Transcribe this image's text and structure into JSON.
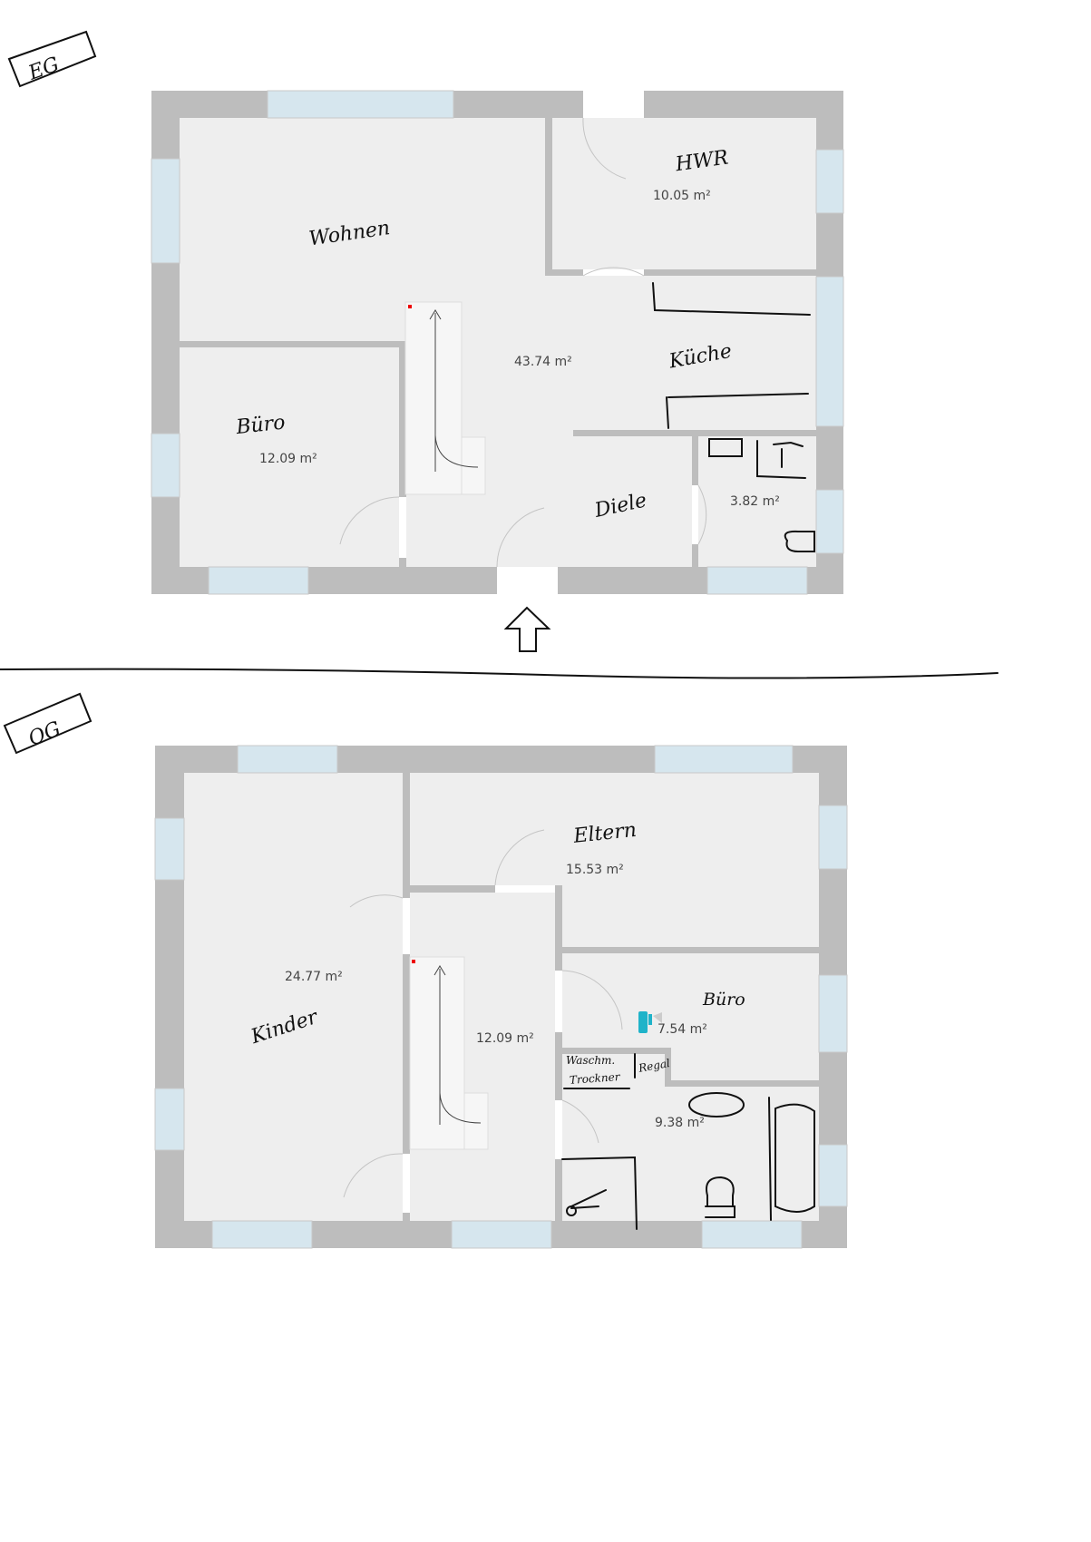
{
  "floors": [
    {
      "label": "EG",
      "rooms": [
        {
          "name": "Wohnen",
          "area": ""
        },
        {
          "name": "",
          "area": "43.74 m²"
        },
        {
          "name": "HWR",
          "area": "10.05 m²"
        },
        {
          "name": "Küche",
          "area": ""
        },
        {
          "name": "Büro",
          "area": "12.09 m²"
        },
        {
          "name": "Diele",
          "area": ""
        },
        {
          "name": "",
          "area": "3.82 m²"
        }
      ]
    },
    {
      "label": "OG",
      "rooms": [
        {
          "name": "Eltern",
          "area": "15.53 m²"
        },
        {
          "name": "Kinder",
          "area": "24.77 m²"
        },
        {
          "name": "",
          "area": "12.09 m²"
        },
        {
          "name": "Büro",
          "area": "7.54 m²"
        },
        {
          "name": "",
          "area": "9.38 m²"
        }
      ],
      "notes": [
        "Waschm.",
        "Trockner",
        "Regal"
      ]
    }
  ],
  "colors": {
    "wall": "#bdbdbd",
    "floor": "#eeeeee",
    "window": "#d6e6ee",
    "ink": "#111111",
    "device": "#1fb3c9"
  }
}
